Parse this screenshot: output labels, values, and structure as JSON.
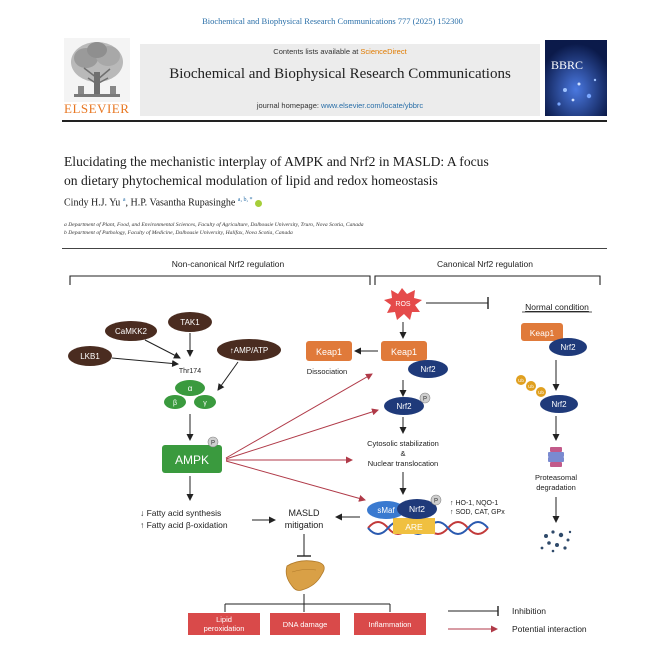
{
  "journal_ref": "Biochemical and Biophysical Research Communications 777 (2025) 152300",
  "header": {
    "contents_prefix": "Contents lists available at ",
    "contents_link": "ScienceDirect",
    "journal_name": "Biochemical and Biophysical Research Communications",
    "homepage_prefix": "journal homepage: ",
    "homepage_url": "www.elsevier.com/locate/ybbrc",
    "publisher": "ELSEVIER",
    "cover_label": "BBRC"
  },
  "article": {
    "title_line1": "Elucidating the mechanistic interplay of AMPK and Nrf2 in MASLD: A focus",
    "title_line2": "on dietary phytochemical modulation of lipid and redox homeostasis",
    "author1": "Cindy H.J. Yu",
    "author1_sup": "a",
    "author2": "H.P. Vasantha Rupasinghe",
    "author2_sup": "a, b, *",
    "aff_a": "a Department of Plant, Food, and Environmental Sciences, Faculty of Agriculture, Dalhousie University, Truro, Nova Scotia, Canada",
    "aff_b": "b Department of Pathology, Faculty of Medicine, Dalhousie University, Halifax, Nova Scotia, Canada"
  },
  "figure": {
    "left_header": "Non-canonical Nrf2 regulation",
    "right_header": "Canonical Nrf2 regulation",
    "normal_condition": "Normal condition",
    "tak1": "TAK1",
    "camkk2": "CaMKK2",
    "lkb1": "LKB1",
    "amp_atp": "↑AMP/ATP",
    "thr174": "Thr174",
    "alpha": "α",
    "beta": "β",
    "gamma": "γ",
    "ampk": "AMPK",
    "p": "P",
    "ros": "ROS",
    "keap1": "Keap1",
    "nrf2": "Nrf2",
    "dissociation": "Dissociation",
    "cyto_line1": "Cytosolic stabilization",
    "cyto_line2": "&",
    "cyto_line3": "Nuclear translocation",
    "smaf": "sMaf",
    "are": "ARE",
    "targets_line1": "↑ HO-1, NQO-1",
    "targets_line2": "↑ SOD, CAT, GPx",
    "fas": "↓ Fatty acid synthesis",
    "fao": "↑ Fatty acid β-oxidation",
    "masld_line1": "MASLD",
    "masld_line2": "mitigation",
    "ub": "Ub",
    "proteasomal_line1": "Proteasomal",
    "proteasomal_line2": "degradation",
    "lipid_line1": "Lipid",
    "lipid_line2": "peroxidation",
    "dna_damage": "DNA damage",
    "inflammation": "Inflammation",
    "legend_inhibition": "Inhibition",
    "legend_potential": "Potential interaction"
  },
  "colors": {
    "brown": "#4a2c20",
    "green": "#3a9a3e",
    "orange": "#e07a3a",
    "navy": "#1f3a7a",
    "red_box": "#d94a4a",
    "ros_red": "#e54a4a",
    "arrow_red": "#b03a48",
    "elsevier_orange": "#e87722",
    "link_blue": "#2a6fa8"
  }
}
